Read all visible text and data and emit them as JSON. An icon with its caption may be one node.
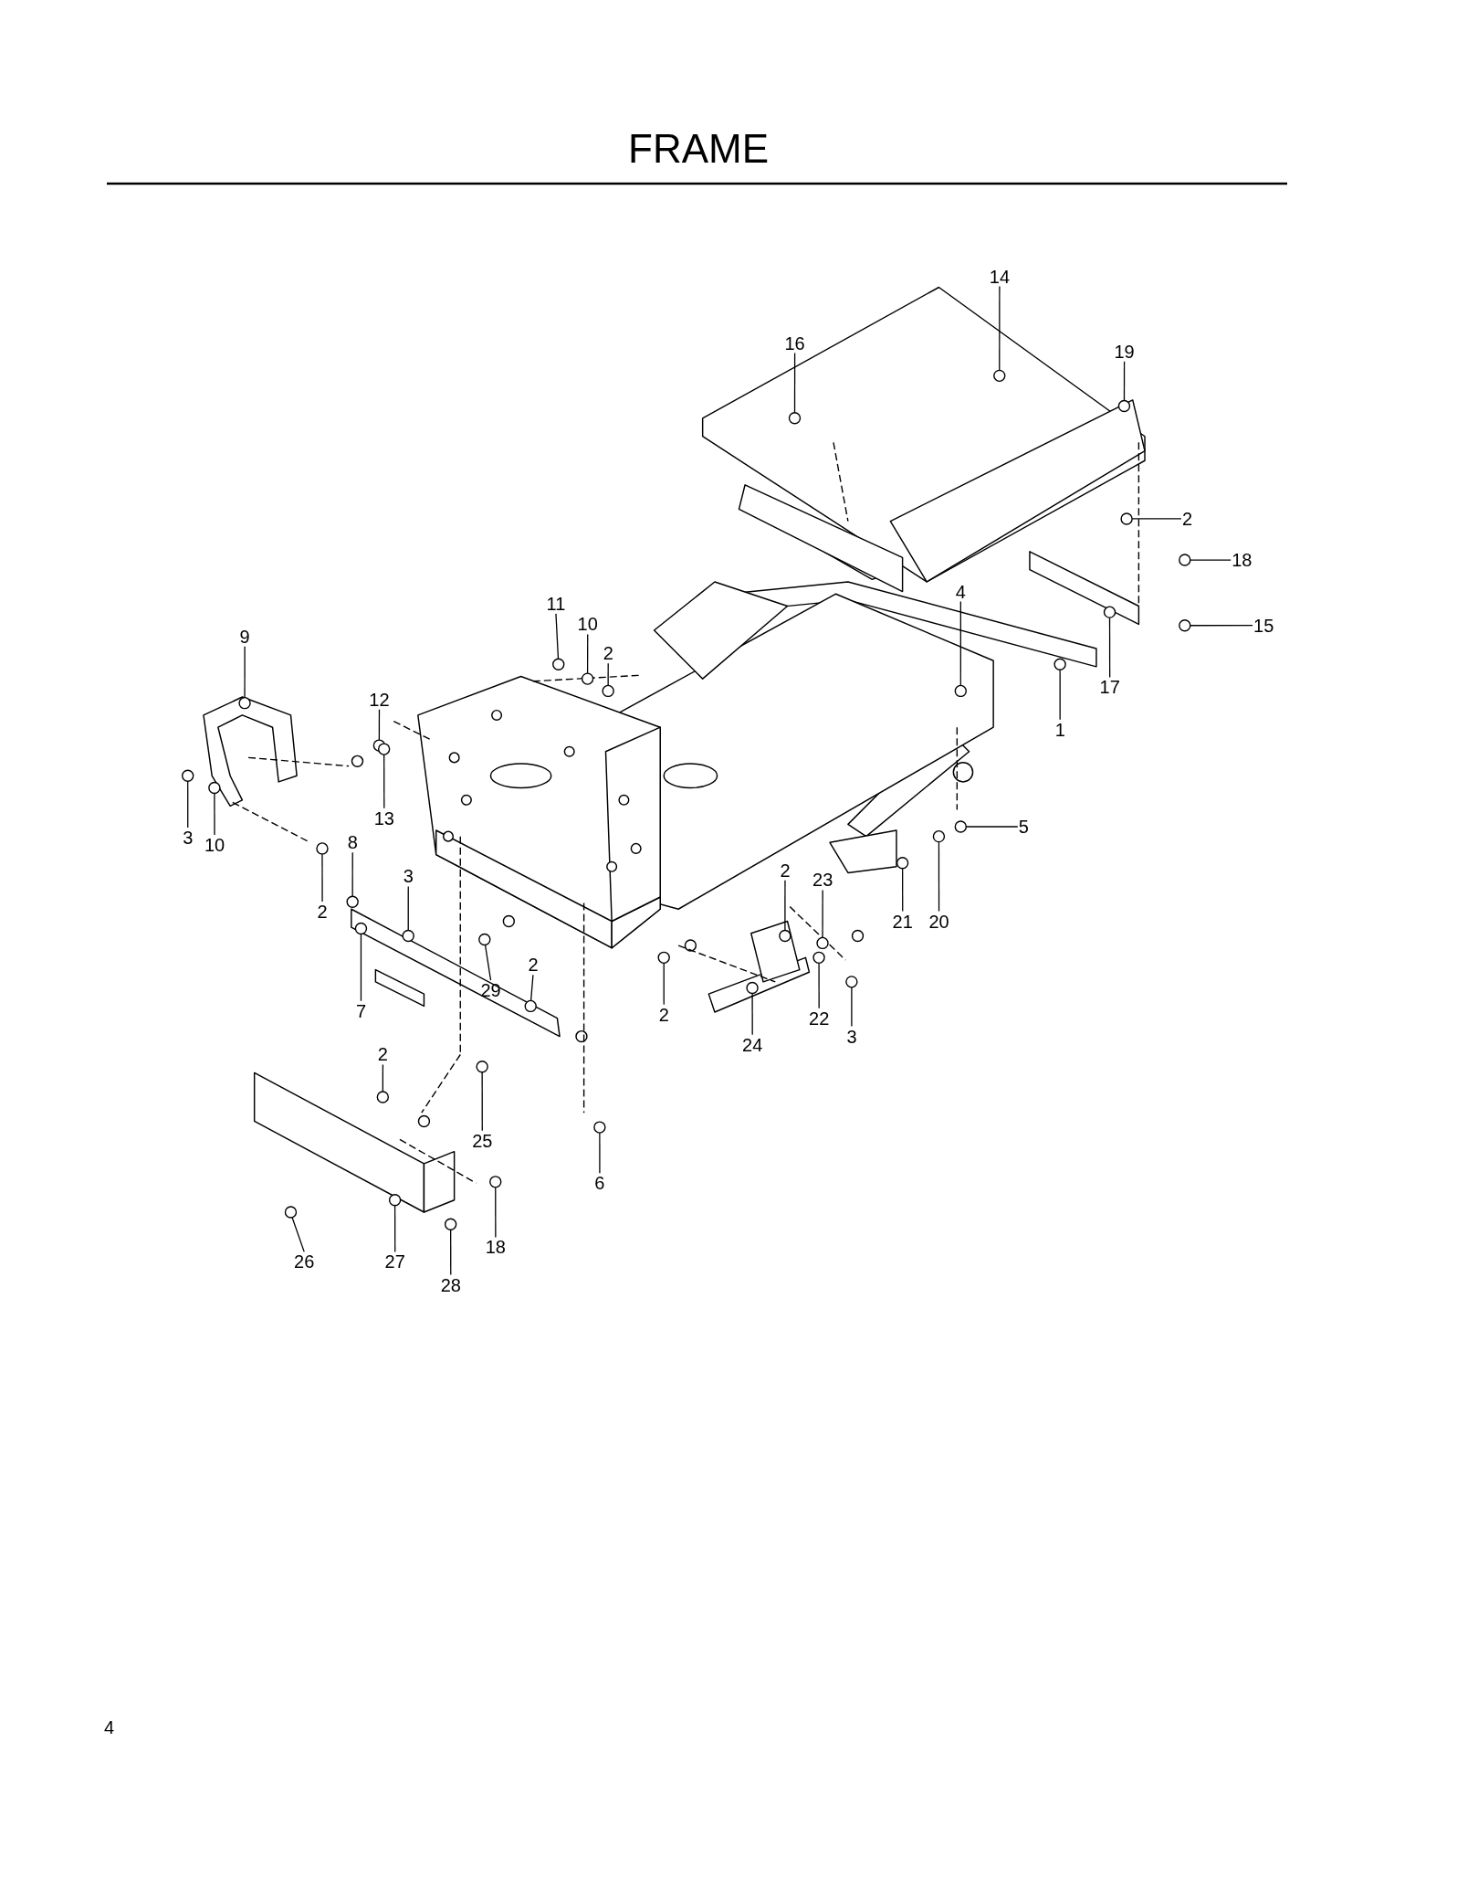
{
  "diagram": {
    "title": "FRAME",
    "nodes": [
      {
        "text": [
          "14"
        ]
      },
      {
        "text": [
          "16"
        ]
      },
      {
        "text": [
          "19"
        ]
      },
      {
        "text": [
          "2"
        ]
      },
      {
        "text": [
          "18"
        ]
      },
      {
        "text": [
          "15"
        ]
      },
      {
        "text": [
          "17"
        ]
      },
      {
        "text": [
          "4"
        ]
      },
      {
        "text": [
          "1"
        ]
      },
      {
        "text": [
          "5"
        ]
      },
      {
        "text": [
          "11"
        ]
      },
      {
        "text": [
          "10"
        ]
      },
      {
        "text": [
          "2"
        ]
      },
      {
        "text": [
          "9"
        ]
      },
      {
        "text": [
          "12"
        ]
      },
      {
        "text": [
          "13"
        ]
      },
      {
        "text": [
          "3"
        ]
      },
      {
        "text": [
          "10"
        ]
      },
      {
        "text": [
          "2"
        ]
      },
      {
        "text": [
          "8"
        ]
      },
      {
        "text": [
          "3"
        ]
      },
      {
        "text": [
          "7"
        ]
      },
      {
        "text": [
          "29"
        ]
      },
      {
        "text": [
          "2"
        ]
      },
      {
        "text": [
          "2"
        ]
      },
      {
        "text": [
          "2"
        ]
      },
      {
        "text": [
          "23"
        ]
      },
      {
        "text": [
          "22"
        ]
      },
      {
        "text": [
          "3"
        ]
      },
      {
        "text": [
          "24"
        ]
      },
      {
        "text": [
          "21"
        ]
      },
      {
        "text": [
          "20"
        ]
      },
      {
        "text": [
          "25"
        ]
      },
      {
        "text": [
          "6"
        ]
      },
      {
        "text": [
          "2"
        ]
      },
      {
        "text": [
          "18"
        ]
      },
      {
        "text": [
          "26"
        ]
      },
      {
        "text": [
          "27"
        ]
      },
      {
        "text": [
          "28"
        ]
      },
      {
        "text": [],
        "shape": "circle"
      },
      {
        "text": [],
        "shape": "circle"
      },
      {
        "text": [],
        "shape": "circle"
      },
      {
        "text": [],
        "shape": "circle"
      },
      {
        "text": [],
        "shape": "circle"
      },
      {
        "text": [],
        "shape": "circle"
      },
      {
        "text": [],
        "shape": "circle"
      },
      {
        "text": [],
        "shape": "circle"
      },
      {
        "text": [],
        "shape": "circle"
      },
      {
        "text": [],
        "shape": "circle"
      },
      {
        "text": [],
        "shape": "circle"
      },
      {
        "text": [],
        "shape": "circle"
      },
      {
        "text": [],
        "shape": "circle"
      },
      {
        "text": [],
        "shape": "circle"
      },
      {
        "text": [],
        "shape": "circle"
      },
      {
        "text": [],
        "shape": "circle"
      },
      {
        "text": [],
        "shape": "circle"
      },
      {
        "text": [],
        "shape": "circle"
      },
      {
        "text": [],
        "shape": "circle"
      },
      {
        "text": [],
        "shape": "circle"
      },
      {
        "text": [],
        "shape": "circle"
      },
      {
        "text": [],
        "shape": "circle"
      },
      {
        "text": [],
        "shape": "circle"
      },
      {
        "text": [],
        "shape": "circle"
      },
      {
        "text": [],
        "shape": "circle"
      },
      {
        "text": [],
        "shape": "circle"
      },
      {
        "text": [],
        "shape": "circle"
      },
      {
        "text": [],
        "shape": "circle"
      },
      {
        "text": [],
        "shape": "circle"
      },
      {
        "text": [],
        "shape": "circle"
      },
      {
        "text": [],
        "shape": "circle"
      },
      {
        "text": [],
        "shape": "circle"
      },
      {
        "text": [],
        "shape": "circle"
      },
      {
        "text": [],
        "shape": "circle"
      },
      {
        "text": [],
        "shape": "circle"
      },
      {
        "text": [],
        "shape": "circle"
      },
      {
        "text": [],
        "shape": "circle"
      },
      {
        "text": [],
        "shape": "circle"
      },
      {
        "text": [],
        "shape": "circle"
      }
    ],
    "edges": [
      {
        "from": 0,
        "to": 39,
        "arrow": "none"
      },
      {
        "from": 1,
        "to": 40,
        "arrow": "none"
      },
      {
        "from": 2,
        "to": 41,
        "arrow": "none"
      },
      {
        "from": 3,
        "to": 42,
        "arrow": "none"
      },
      {
        "from": 4,
        "to": 43,
        "arrow": "none"
      },
      {
        "from": 5,
        "to": 44,
        "arrow": "none"
      },
      {
        "from": 6,
        "to": 45,
        "arrow": "none"
      },
      {
        "from": 7,
        "to": 46,
        "arrow": "none"
      },
      {
        "from": 8,
        "to": 47,
        "arrow": "none"
      },
      {
        "from": 9,
        "to": 48,
        "arrow": "none"
      },
      {
        "from": 10,
        "to": 49,
        "arrow": "none"
      },
      {
        "from": 11,
        "to": 50,
        "arrow": "none"
      },
      {
        "from": 12,
        "to": 51,
        "arrow": "none"
      },
      {
        "from": 13,
        "to": 52,
        "arrow": "none"
      },
      {
        "from": 14,
        "to": 53,
        "arrow": "none"
      },
      {
        "from": 15,
        "to": 54,
        "arrow": "none"
      },
      {
        "from": 16,
        "to": 55,
        "arrow": "none"
      },
      {
        "from": 17,
        "to": 56,
        "arrow": "none"
      },
      {
        "from": 18,
        "to": 57,
        "arrow": "none"
      },
      {
        "from": 19,
        "to": 58,
        "arrow": "none"
      },
      {
        "from": 20,
        "to": 59,
        "arrow": "none"
      },
      {
        "from": 21,
        "to": 60,
        "arrow": "none"
      },
      {
        "from": 22,
        "to": 61,
        "arrow": "none"
      },
      {
        "from": 23,
        "to": 62,
        "arrow": "none"
      },
      {
        "from": 24,
        "to": 63,
        "arrow": "none"
      },
      {
        "from": 25,
        "to": 64,
        "arrow": "none"
      },
      {
        "from": 26,
        "to": 65,
        "arrow": "none"
      },
      {
        "from": 27,
        "to": 66,
        "arrow": "none"
      },
      {
        "from": 28,
        "to": 67,
        "arrow": "none"
      },
      {
        "from": 29,
        "to": 68,
        "arrow": "none"
      },
      {
        "from": 30,
        "to": 69,
        "arrow": "none"
      },
      {
        "from": 31,
        "to": 70,
        "arrow": "none"
      },
      {
        "from": 32,
        "to": 71,
        "arrow": "none"
      },
      {
        "from": 33,
        "to": 72,
        "arrow": "none"
      },
      {
        "from": 34,
        "to": 73,
        "arrow": "none"
      },
      {
        "from": 35,
        "to": 74,
        "arrow": "none"
      },
      {
        "from": 36,
        "to": 75,
        "arrow": "none"
      },
      {
        "from": 37,
        "to": 76,
        "arrow": "none"
      },
      {
        "from": 38,
        "to": 77,
        "arrow": "none"
      }
    ],
    "labels": [
      "4"
    ]
  }
}
